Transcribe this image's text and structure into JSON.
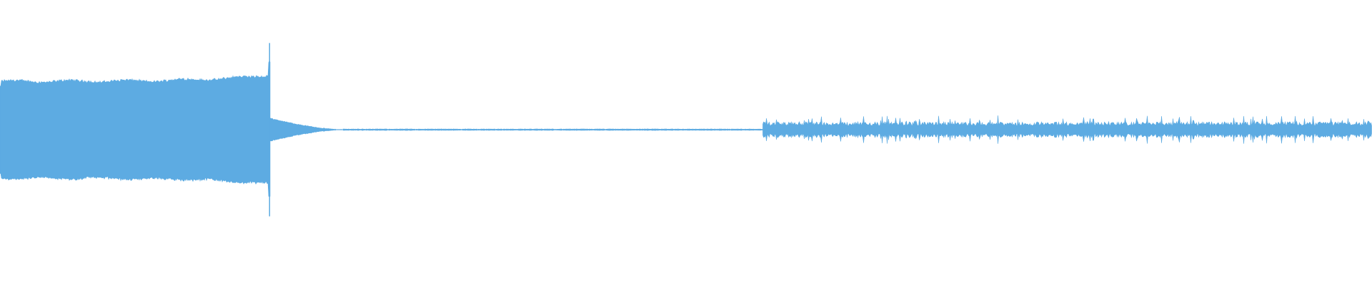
{
  "waveform": {
    "color": "#5dabe2",
    "background": "#ffffff",
    "segments": [
      {
        "kind": "sustained-loud",
        "start": 0.0,
        "end": 0.197,
        "amplitude": 0.68,
        "peak": 0.95
      },
      {
        "kind": "decay-tail",
        "start": 0.197,
        "end": 0.25,
        "amplitude_start": 0.16,
        "amplitude_end": 0.0
      },
      {
        "kind": "near-silence",
        "start": 0.25,
        "end": 0.556,
        "amplitude": 0.008
      },
      {
        "kind": "textured-noise",
        "start": 0.556,
        "end": 1.0,
        "amplitude": 0.1,
        "peak": 0.2
      }
    ]
  }
}
